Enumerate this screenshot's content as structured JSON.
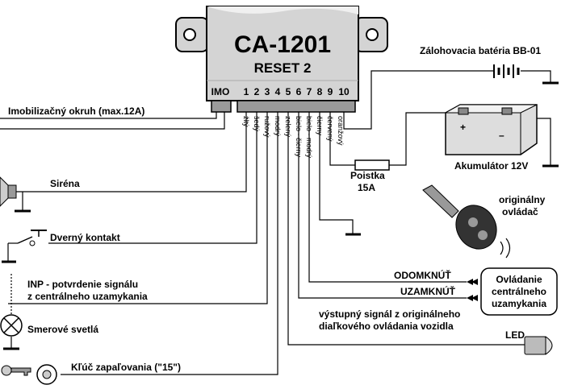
{
  "unit": {
    "model": "CA-1201",
    "mode": "RESET 2",
    "imo_label": "IMO",
    "pins": [
      "1",
      "2",
      "3",
      "4",
      "5",
      "6",
      "7",
      "8",
      "9",
      "10"
    ]
  },
  "wire_colors": [
    "žltý",
    "šedý",
    "ružový",
    "modrý",
    "zelený",
    "bielo - čierny",
    "bielo - modrý",
    "čierny",
    "červený",
    "oranžový"
  ],
  "labels": {
    "backup_battery": "Zálohovacia batéria BB-01",
    "immobilizer": "Imobilizačný okruh (max.12A)",
    "siren": "Siréna",
    "door_contact": "Dverný kontakt",
    "inp_line1": "INP - potvrdenie signálu",
    "inp_line2": "z centrálneho uzamykania",
    "turn_lights": "Smerové svetlá",
    "ignition_key": "Kľúč zapaľovania (\"15\")",
    "fuse_line1": "Poistka",
    "fuse_line2": "15A",
    "battery": "Akumulátor 12V",
    "plus": "+",
    "minus": "–",
    "remote_line1": "originálny",
    "remote_line2": "ovládač",
    "unlocked": "ODOMKNÚŤ",
    "locked": "UZAMKNÚŤ",
    "central_line1": "Ovládanie",
    "central_line2": "centrálneho",
    "central_line3": "uzamykania",
    "output_line1": "výstupný signál z originálneho",
    "output_line2": "diaľkového ovládania vozidla",
    "led": "LED"
  }
}
